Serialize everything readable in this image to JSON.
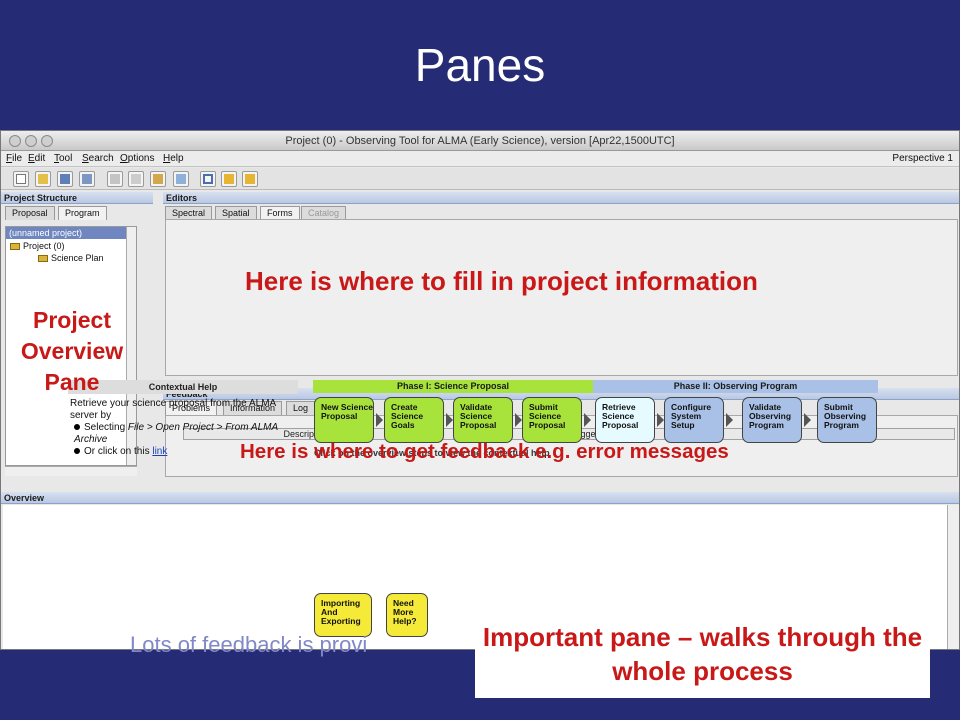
{
  "slide_title": "Panes",
  "window": {
    "title": "Project (0) - Observing Tool for ALMA (Early Science), version [Apr22,1500UTC]",
    "menu": [
      "File",
      "Edit",
      "Tool",
      "Search",
      "Options",
      "Help"
    ],
    "perspective": "Perspective 1",
    "toolbar_icons": [
      "new-project-icon",
      "open-project-icon",
      "save-icon",
      "save-as-icon",
      "cut-icon",
      "copy-icon",
      "tool-icon",
      "import-icon",
      "validate-icon",
      "back-icon",
      "forward-icon"
    ]
  },
  "project_structure": {
    "header": "Project Structure",
    "tabs": [
      "Proposal",
      "Program"
    ],
    "tree_header": "(unnamed project)",
    "nodes": [
      "Project (0)",
      "Science Plan"
    ]
  },
  "editors": {
    "header": "Editors",
    "tabs": [
      "Spectral",
      "Spatial",
      "Forms",
      "Catalog"
    ]
  },
  "feedback": {
    "header": "Feedback",
    "tabs": [
      "Problems",
      "Information",
      "Log"
    ],
    "columns": [
      "Description",
      "Suggestion",
      "Resource"
    ]
  },
  "overview": {
    "header": "Overview",
    "contextual_help": {
      "title": "Contextual Help",
      "intro": "Retrieve your science proposal from the ALMA server by",
      "bullet1_prefix": "Selecting ",
      "bullet1_path": "File > Open Project > From ALMA Archive",
      "bullet2_prefix": "Or click on this ",
      "bullet2_link": "link"
    },
    "phase1": "Phase I: Science Proposal",
    "phase2": "Phase II: Observing Program",
    "steps": [
      "New Science Proposal",
      "Create Science Goals",
      "Validate Science Proposal",
      "Submit Science Proposal",
      "Retrieve Science Proposal",
      "Configure System Setup",
      "Validate Observing Program",
      "Submit Observing Program"
    ],
    "hint": "Click on the overview steps to view the contextual help",
    "extra_steps": [
      "Importing And Exporting",
      "Need More Help?"
    ]
  },
  "annotations": {
    "project_overview": "Project Overview Pane",
    "editors": "Here is where to fill in project information",
    "feedback": "Here is where to get feedback e.g. error messages",
    "overview": "Important pane – walks through the whole process",
    "bottom_text": "Lots of feedback is provi"
  },
  "colors": {
    "slide_bg": "#252c75",
    "annotation": "#c81818",
    "phase1_green": "#a8e33c",
    "phase2_blue": "#a9c1e6"
  }
}
